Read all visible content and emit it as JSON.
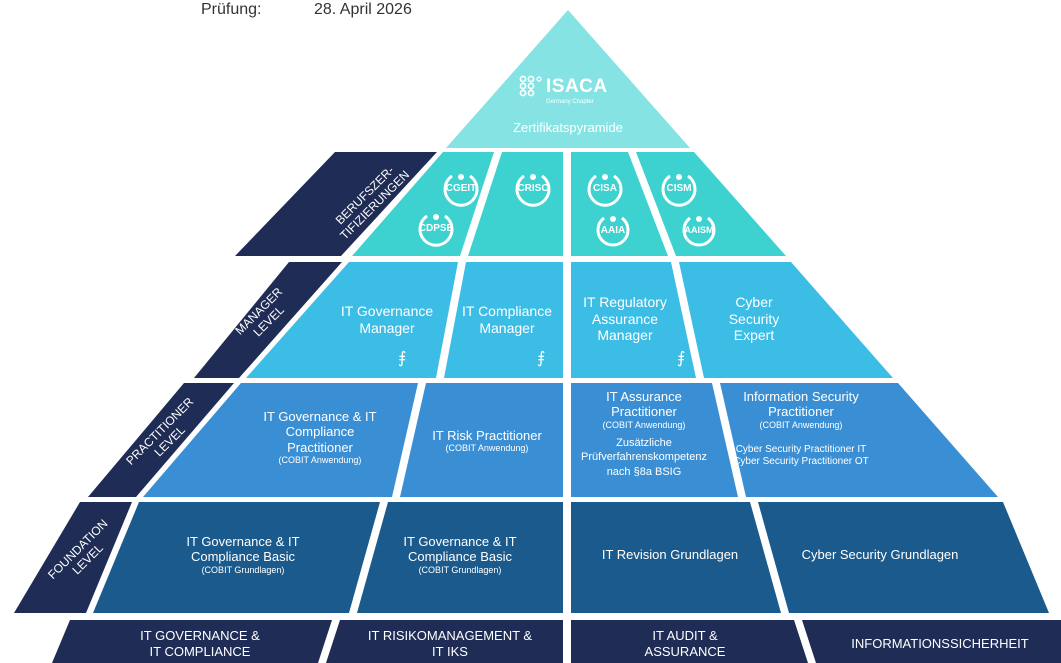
{
  "header": {
    "exam_label": "Prüfung:",
    "exam_date": "28. April 2026"
  },
  "apex": {
    "logo_text": "ISACA",
    "logo_sub": "Germany Chapter",
    "title": "Zertifikatspyramide"
  },
  "side_labels": {
    "berufs_line1": "BERUFSZER-",
    "berufs_line2": "TIFIZIERUNGEN",
    "manager_line1": "MANAGER",
    "manager_line2": "LEVEL",
    "practitioner_line1": "PRACTITIONER",
    "practitioner_line2": "LEVEL",
    "foundation_line1": "FOUNDATION",
    "foundation_line2": "LEVEL"
  },
  "badges": {
    "cgeit": "CGEIT",
    "cdpse": "CDPSE",
    "crisc": "CRISC",
    "cisa": "CISA",
    "aaia": "AAIA",
    "cism": "CISM",
    "aaism": "AAISM"
  },
  "manager": {
    "c1": "IT Governance Manager",
    "c2": "IT Compliance Manager",
    "c3": "IT Regulatory Assurance Manager",
    "c4": "Cyber Security Expert",
    "euro_symbol": "⨎"
  },
  "practitioner": {
    "c1_title": "IT Governance & IT Compliance Practitioner",
    "c1_sub": "(COBIT Anwendung)",
    "c2_title": "IT Risk Practitioner",
    "c2_sub": "(COBIT Anwendung)",
    "c3_title": "IT Assurance Practitioner",
    "c3_sub": "(COBIT Anwendung)",
    "c3_extra": "Zusätzliche Prüfverfahrenskompetenz nach §8a BSIG",
    "c4_title": "Information Security Practitioner",
    "c4_sub": "(COBIT Anwendung)",
    "c4_extra1": "Cyber Security Practitioner IT",
    "c4_extra2": "Cyber Security Practitioner OT"
  },
  "foundation": {
    "c1_title": "IT Governance & IT Compliance Basic",
    "c1_sub": "(COBIT Grundlagen)",
    "c2_title": "IT Governance & IT Compliance Basic",
    "c2_sub": "(COBIT Grundlagen)",
    "c3_title": "IT Revision Grundlagen",
    "c4_title": "Cyber Security Grundlagen"
  },
  "bottom_bar": {
    "b1_line1": "IT GOVERNANCE &",
    "b1_line2": "IT COMPLIANCE",
    "b2_line1": "IT RISIKOMANAGEMENT &",
    "b2_line2": "IT IKS",
    "b3_line1": "IT AUDIT &",
    "b3_line2": "ASSURANCE",
    "b4": "INFORMATIONSSICHERHEIT"
  },
  "colors": {
    "apex": "#86e3e3",
    "berufs": "#3dd1cf",
    "manager": "#3cbde6",
    "practitioner": "#3a8fd4",
    "foundation": "#1b5a8c",
    "navy": "#1f2c55"
  }
}
